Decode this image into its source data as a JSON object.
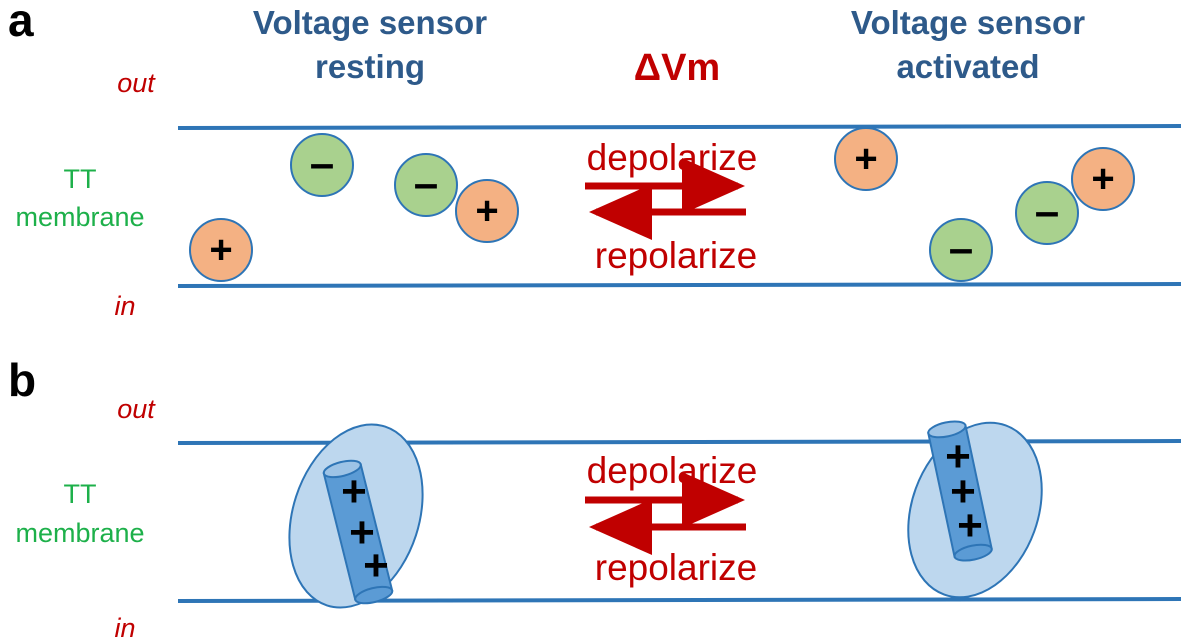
{
  "colors": {
    "membrane_line": "#2E75B6",
    "title": "#2E5A8A",
    "accent_red": "#C00000",
    "tt_green": "#1DB04A",
    "positive_fill": "#F4B183",
    "negative_fill": "#A9D18E",
    "ellipse_fill": "#BDD7EE",
    "rod_fill": "#5B9BD5"
  },
  "panels": {
    "a": {
      "letter": "a",
      "title_left_line1": "Voltage sensor",
      "title_left_line2": "resting",
      "title_right_line1": "Voltage sensor",
      "title_right_line2": "activated",
      "delta_label": "ΔVm",
      "out_label": "out",
      "in_label": "in",
      "membrane_line1": "TT",
      "membrane_line2": "membrane",
      "forward_label": "depolarize",
      "reverse_label": "repolarize",
      "plus_symbol": "+",
      "minus_symbol": "–"
    },
    "b": {
      "letter": "b",
      "out_label": "out",
      "in_label": "in",
      "membrane_line1": "TT",
      "membrane_line2": "membrane",
      "forward_label": "depolarize",
      "reverse_label": "repolarize",
      "plus_symbol": "+"
    }
  }
}
